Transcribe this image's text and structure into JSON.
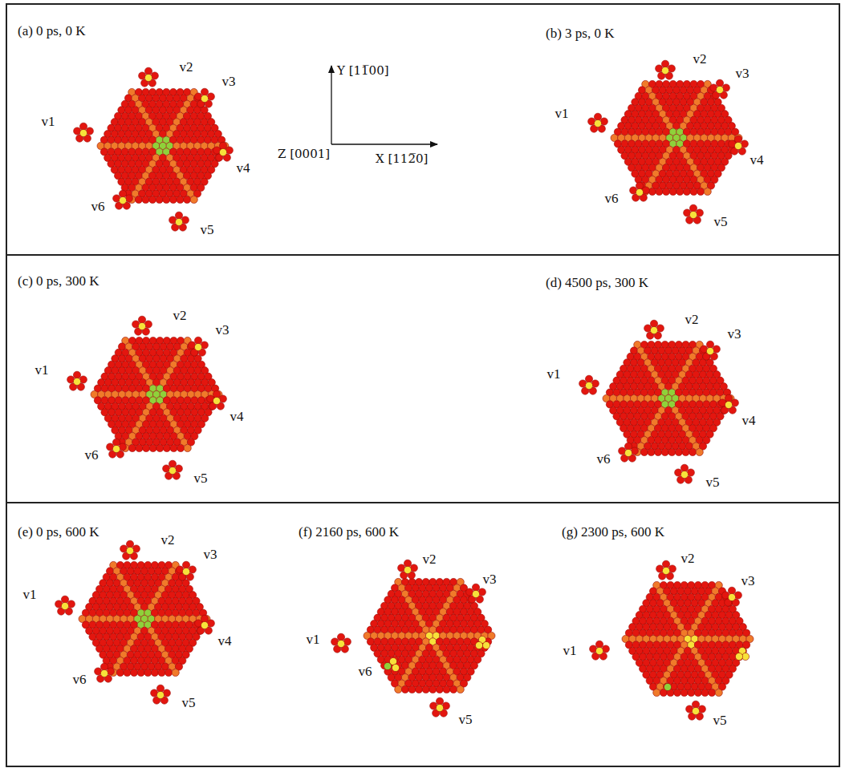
{
  "diagram": {
    "labels": [
      "(a) 0 ps, 0 K",
      "v1",
      "v2",
      "v3",
      "v4",
      "v5",
      "v6",
      "Y [11̅00]",
      "Z [0001]",
      "X [112̅0]",
      "(b) 3 ps, 0 K",
      "v1",
      "v2",
      "v3",
      "v4",
      "v5",
      "v6",
      "(c) 0 ps, 300 K",
      "v1",
      "v2",
      "v3",
      "v4",
      "v5",
      "v6",
      "(d) 4500 ps, 300 K",
      "v1",
      "v2",
      "v3",
      "v4",
      "v5",
      "v6",
      "(e) 0 ps, 600 K",
      "v1",
      "v2",
      "v3",
      "v4",
      "v5",
      "v6",
      "(f) 2160 ps, 600 K",
      "v1",
      "v2",
      "v3",
      "v6",
      "v5",
      "(g) 2300 ps, 600 K",
      "v1",
      "v2",
      "v3",
      "v5"
    ]
  }
}
